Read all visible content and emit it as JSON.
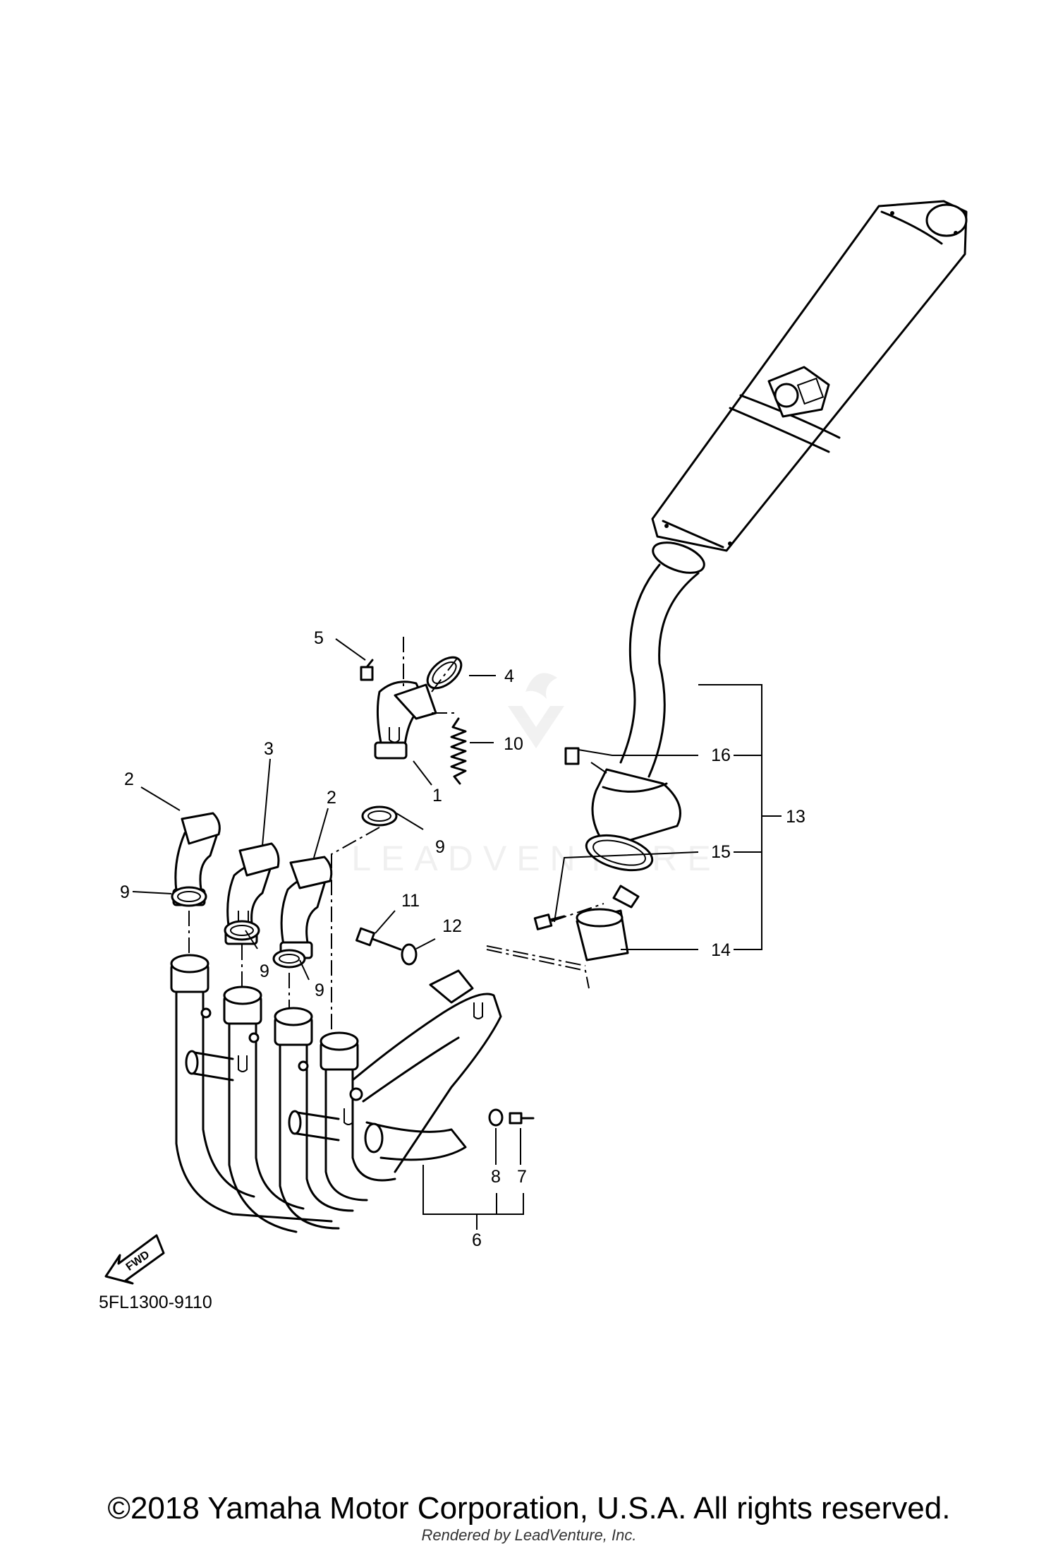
{
  "callouts": {
    "c1": "1",
    "c2a": "2",
    "c2b": "2",
    "c3": "3",
    "c4": "4",
    "c5": "5",
    "c6": "6",
    "c7": "7",
    "c8": "8",
    "c9a": "9",
    "c9b": "9",
    "c9c": "9",
    "c9d": "9",
    "c10": "10",
    "c11": "11",
    "c12": "12",
    "c13": "13",
    "c14": "14",
    "c15": "15",
    "c16": "16"
  },
  "fwd_label": "FWD",
  "diagram_code": "5FL1300-9110",
  "watermark": "LEADVENTURE",
  "footer": {
    "copyright": "©2018 Yamaha Motor Corporation, U.S.A. All rights reserved.",
    "rendered_by": "Rendered by LeadVenture, Inc."
  }
}
